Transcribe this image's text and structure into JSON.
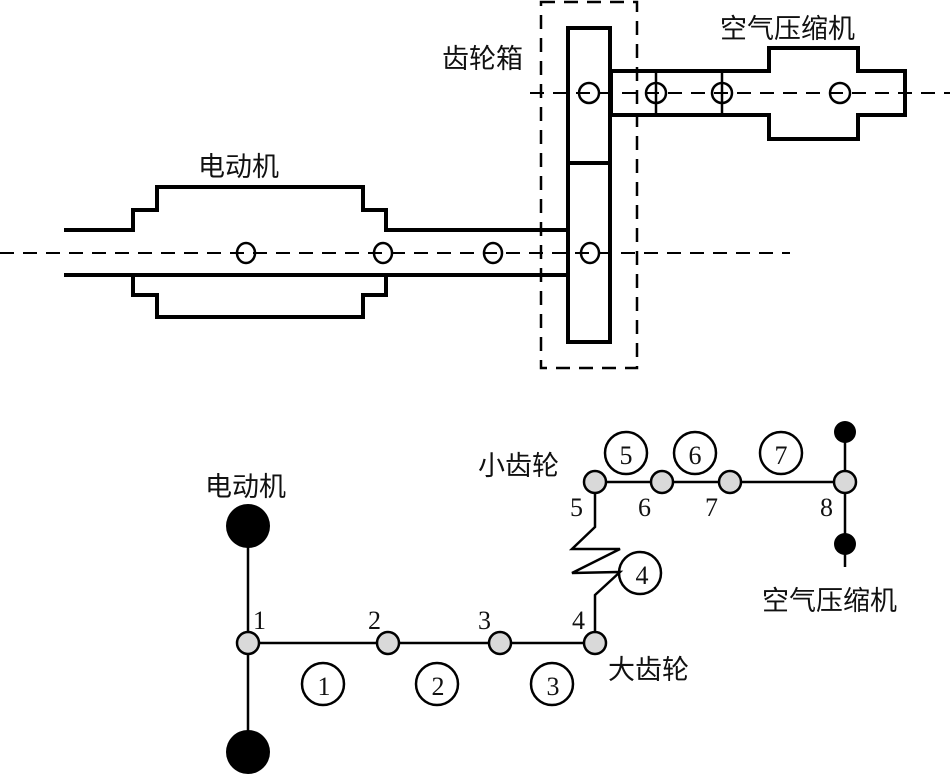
{
  "top_diagram": {
    "labels": {
      "motor": "电动机",
      "gearbox": "齿轮箱",
      "compressor": "空气压缩机"
    }
  },
  "bottom_diagram": {
    "labels": {
      "motor": "电动机",
      "pinion": "小齿轮",
      "big_gear": "大齿轮",
      "compressor": "空气压缩机"
    },
    "nodes": [
      "1",
      "2",
      "3",
      "4",
      "5",
      "6",
      "7",
      "8"
    ],
    "elements": [
      "1",
      "2",
      "3",
      "4",
      "5",
      "6",
      "7"
    ]
  },
  "colors": {
    "line": "#000000",
    "node_fill": "#d9d9d9",
    "mass_fill": "#000000"
  }
}
